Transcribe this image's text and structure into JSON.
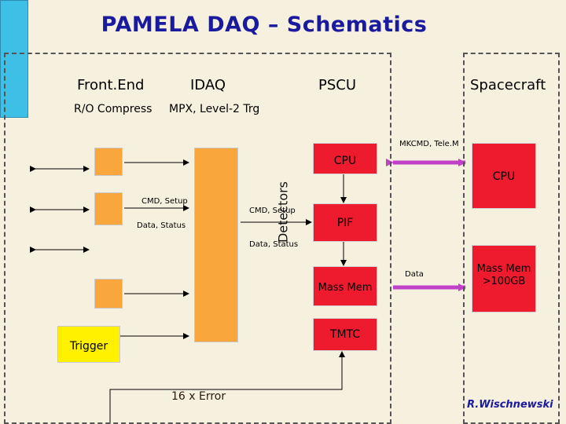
{
  "title": "PAMELA DAQ – Schematics",
  "headers": {
    "frontend": "Front.End",
    "idaq": "IDAQ",
    "pscu": "PSCU",
    "spacecraft": "Spacecraft"
  },
  "subheaders": {
    "ro_compress": "R/O Compress",
    "mpx_level2": "MPX, Level-2 Trg"
  },
  "labels": {
    "detectors": "Detectors",
    "trigger": "Trigger",
    "cpu": "CPU",
    "spacecraft_cpu": "CPU",
    "pif": "PIF",
    "mass_mem": "Mass Mem",
    "spacecraft_mass_mem": "Mass Mem >100GB",
    "tmtc": "TMTC",
    "mkcmd_telem": "MKCMD, Tele.M",
    "cmd_setup_1": "CMD, Setup",
    "data_status_1": "Data, Status",
    "cmd_setup_2": "CMD, Setup",
    "data_status_2": "Data, Status",
    "data": "Data",
    "error": "16 x Error",
    "author": "R.Wischnewski"
  },
  "colors": {
    "title": "#1a1a9e",
    "background": "#f6f0df",
    "orange": "#f9a73d",
    "red": "#ee1b2e",
    "yellow": "#fff100",
    "cyan": "#3dbfe6",
    "purple": "#c040c8",
    "author": "#1a1a9e"
  }
}
